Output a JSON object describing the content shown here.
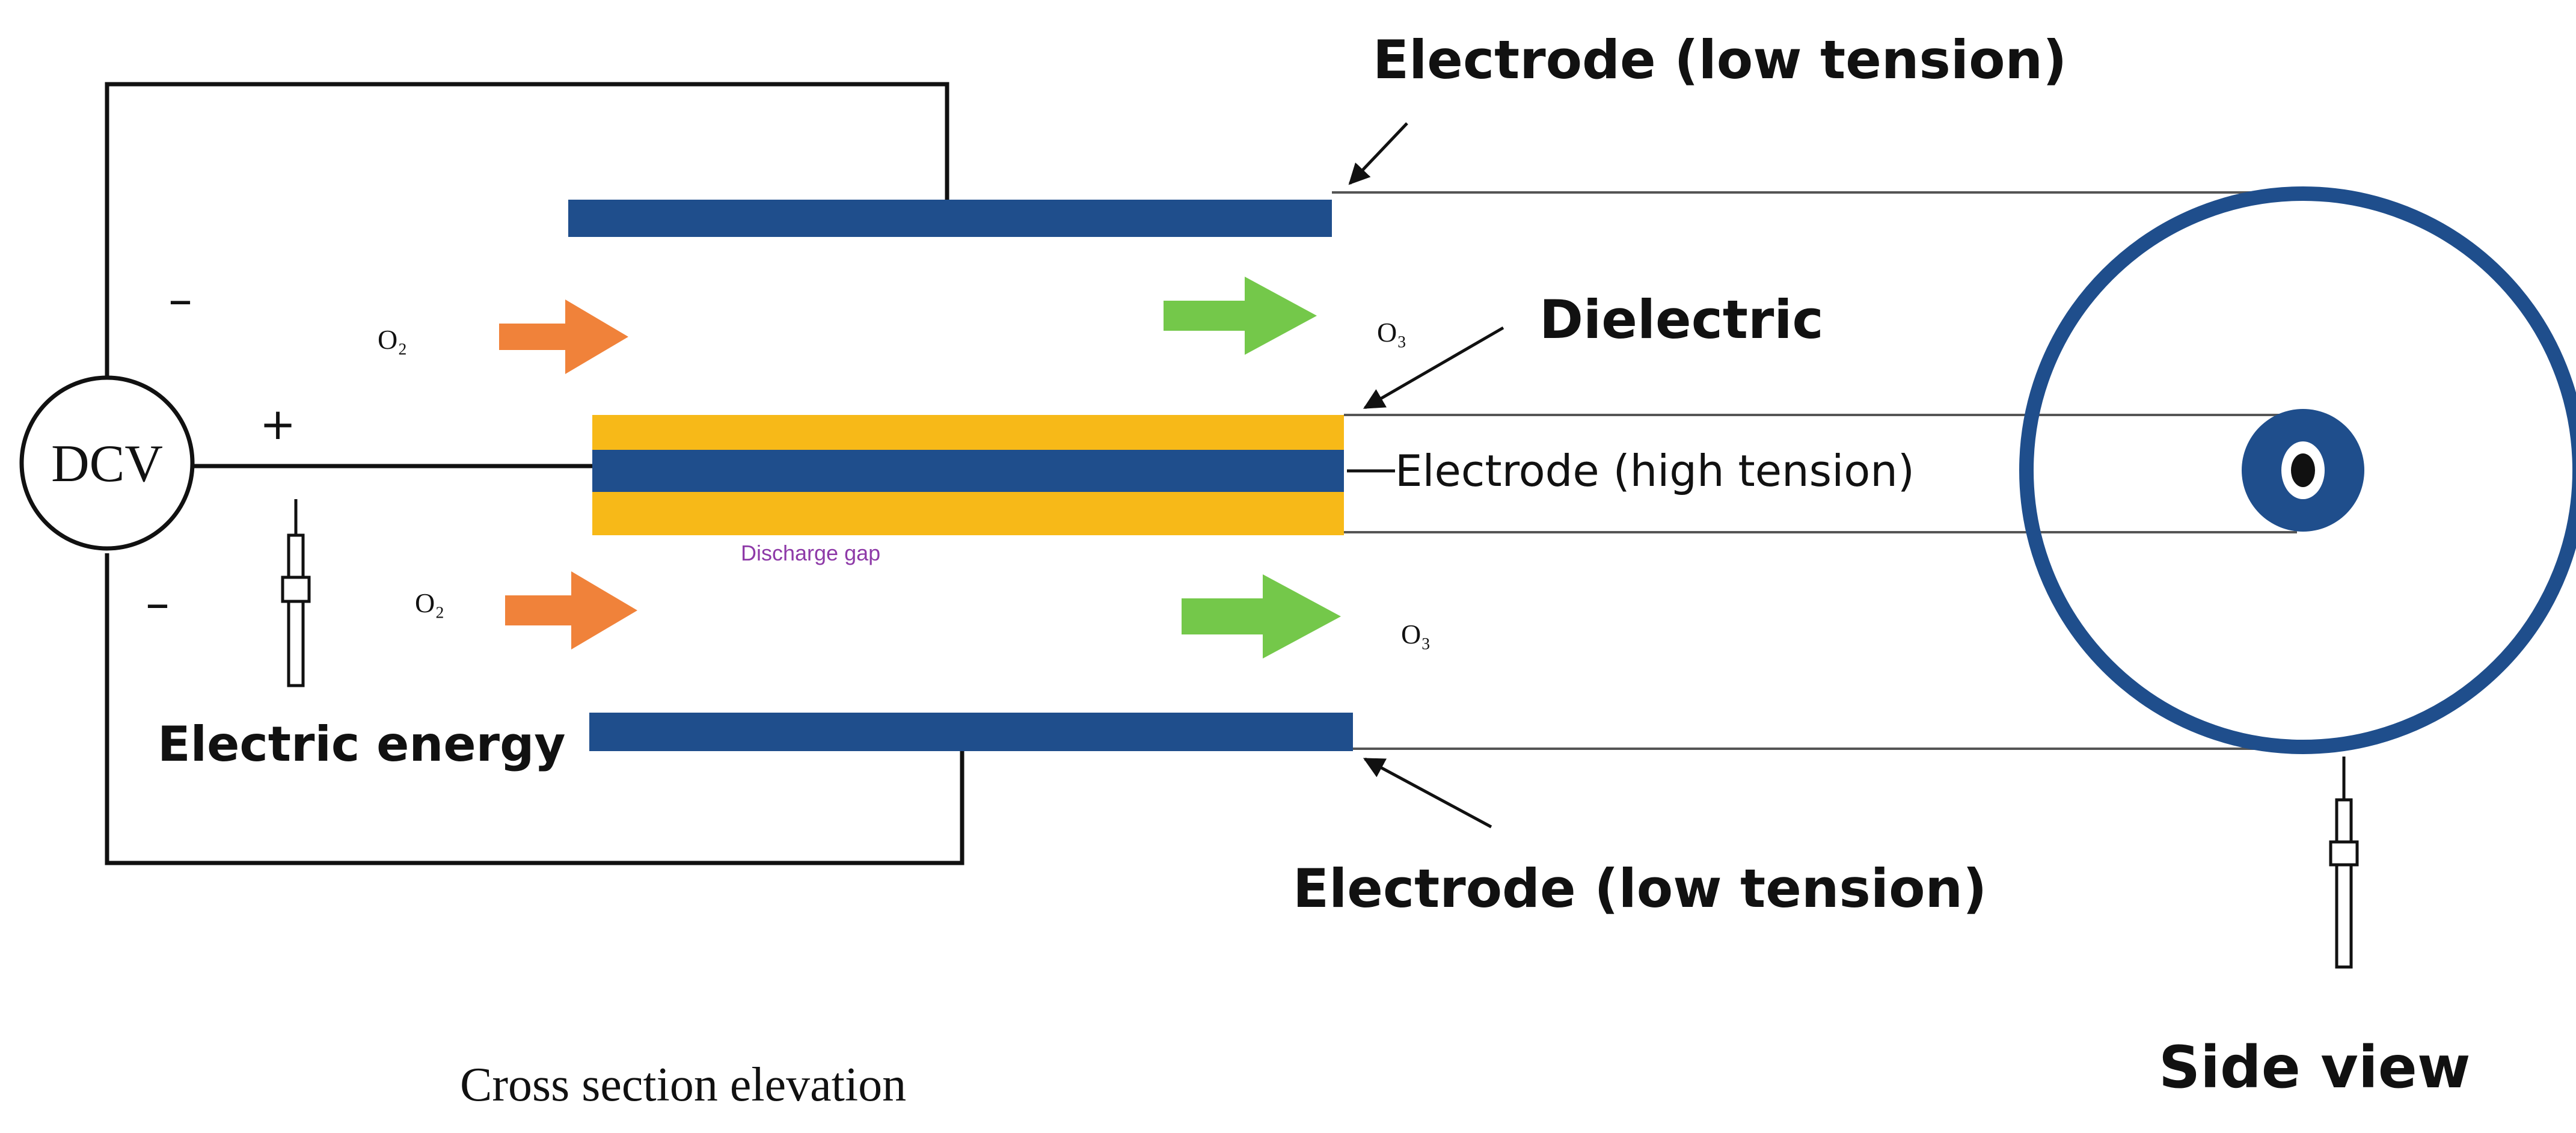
{
  "colors": {
    "electrode": "#1f4e8c",
    "dielectric": "#f7b918",
    "wire": "#111111",
    "o2_arrow": "#f0823a",
    "o3_arrow": "#74c84a",
    "gap_label": "#8e3aa8"
  },
  "labels": {
    "electrode_low_top": "Electrode (low tension)",
    "electrode_low_bottom": "Electrode (low tension)",
    "dielectric": "Dielectric",
    "electrode_high": "Electrode (high tension)",
    "discharge_gap": "Discharge gap",
    "electric_energy": "Electric energy",
    "side_view": "Side view",
    "cross_section": "Cross section elevation",
    "source": "DCV",
    "minus_top": "–",
    "plus": "+",
    "minus_bottom": "–",
    "o2_top": "O₂",
    "o2_bottom": "O₂",
    "o3_top": "O₃",
    "o3_bottom": "O₃"
  }
}
